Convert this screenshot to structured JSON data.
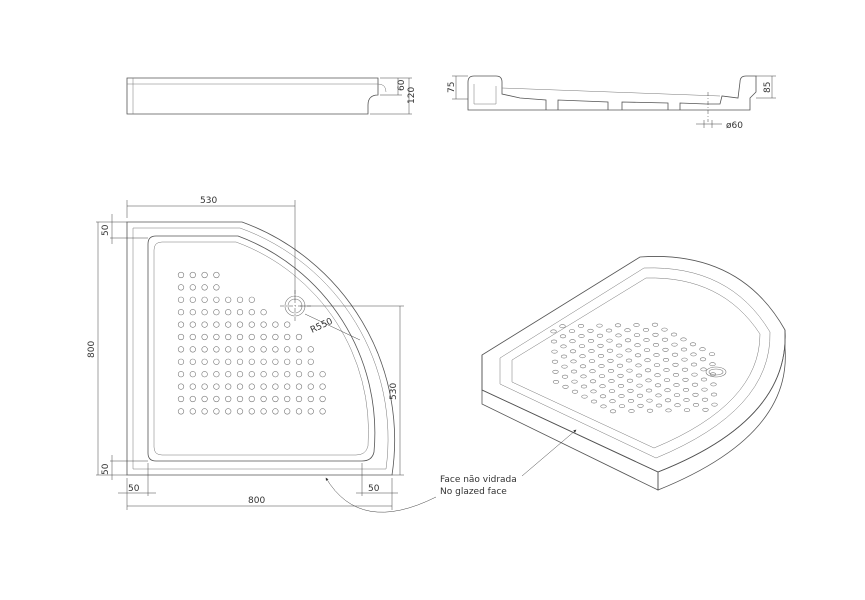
{
  "dims": {
    "side_h1": "60",
    "side_h2": "120",
    "sec_left": "75",
    "sec_right": "85",
    "drain": "ø60",
    "top_width": "530",
    "top_margin": "50",
    "total_height": "800",
    "radius": "R550",
    "right_height": "530",
    "bottom_margin": "50",
    "left_margin_bottom": "50",
    "right_margin_bottom": "50",
    "total_width": "800"
  },
  "callout": {
    "line1": "Face não vidrada",
    "line2": "No glazed face"
  }
}
